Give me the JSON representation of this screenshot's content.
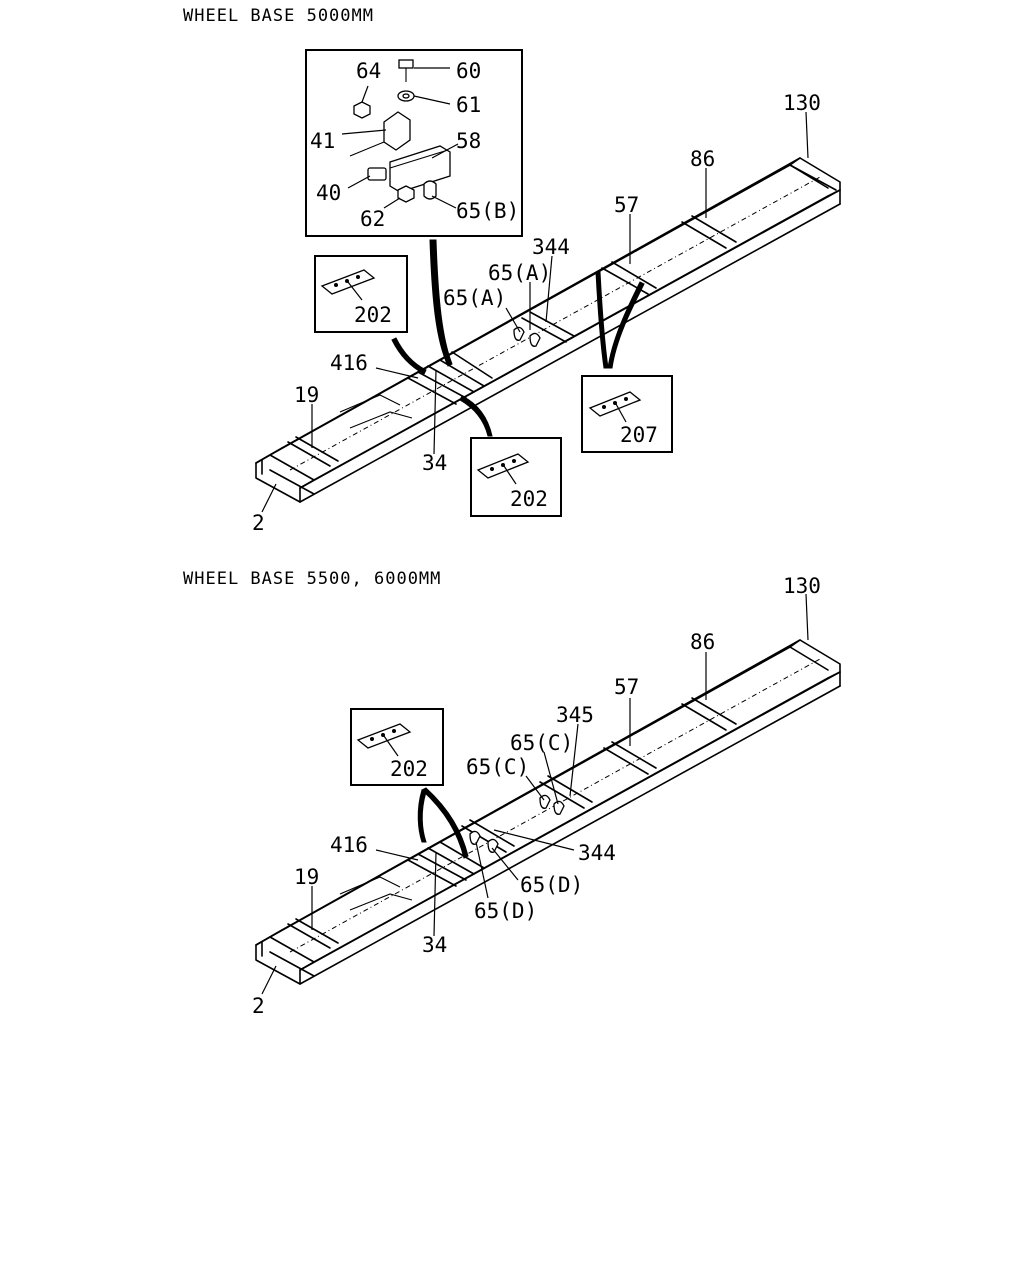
{
  "diagrams": [
    {
      "heading": "WHEEL BASE 5000MM",
      "labels": {
        "l130": "130",
        "l86": "86",
        "l57": "57",
        "l344": "344",
        "l65A_1": "65(A)",
        "l65A_2": "65(A)",
        "l416": "416",
        "l19": "19",
        "l34": "34",
        "l2": "2"
      },
      "detail_labels": {
        "l64": "64",
        "l60": "60",
        "l61": "61",
        "l41": "41",
        "l58": "58",
        "l40": "40",
        "l62": "62",
        "l65B": "65(B)"
      },
      "plates": {
        "p202a": "202",
        "p202b": "202",
        "p207": "207"
      }
    },
    {
      "heading": "WHEEL BASE 5500, 6000MM",
      "labels": {
        "l130": "130",
        "l86": "86",
        "l57": "57",
        "l345": "345",
        "l65C_1": "65(C)",
        "l65C_2": "65(C)",
        "l344": "344",
        "l65D_1": "65(D)",
        "l65D_2": "65(D)",
        "l416": "416",
        "l19": "19",
        "l34": "34",
        "l2": "2"
      },
      "plates": {
        "p202": "202"
      }
    }
  ]
}
